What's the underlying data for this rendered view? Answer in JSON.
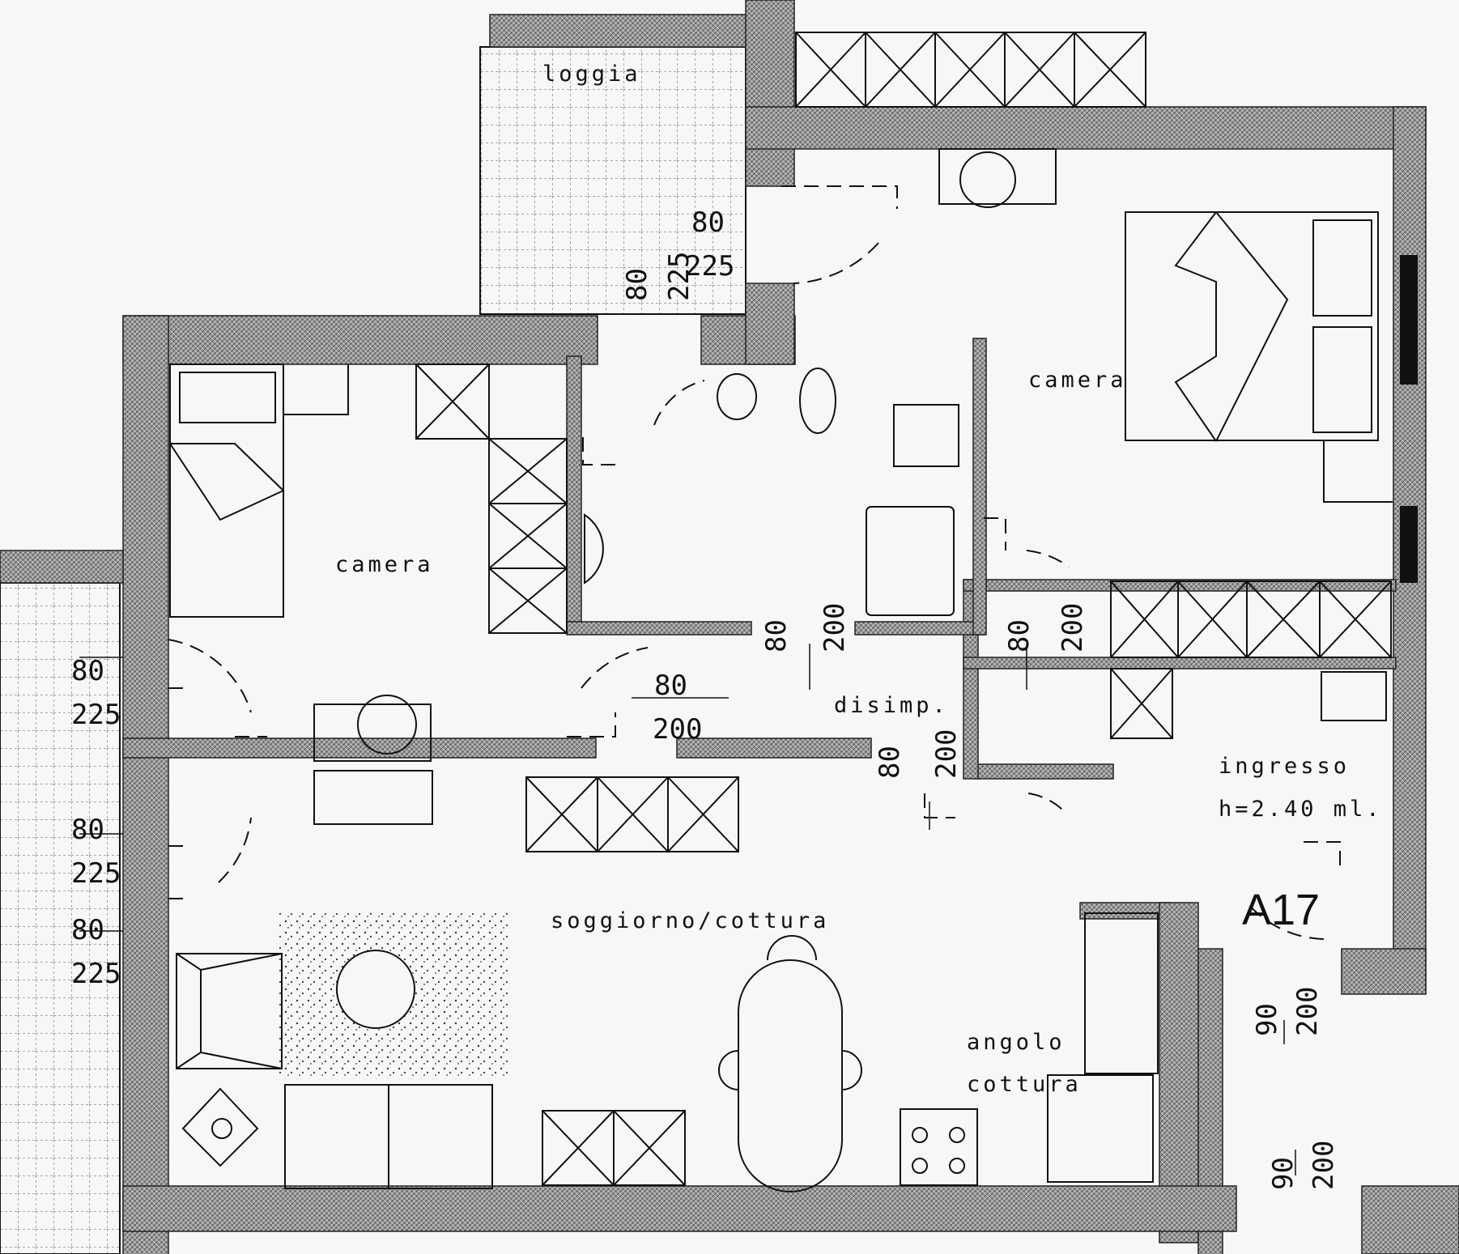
{
  "rooms": {
    "loggia": "loggia",
    "camera_left": "camera",
    "camera_right": "camera",
    "disimpegno": "disimp.",
    "ingresso": "ingresso",
    "ingresso_height": "h=2.40 ml.",
    "soggiorno": "soggiorno/cottura",
    "angolo_1": "angolo",
    "angolo_2": "cottura"
  },
  "unit_label": "A17",
  "openings": {
    "loggia_a_w": "80",
    "loggia_a_h": "225",
    "loggia_b_w": "80",
    "loggia_b_h": "225",
    "camera_door_w": "80",
    "camera_door_h": "200",
    "bath_door_w": "80",
    "bath_door_h": "200",
    "right_door_w": "80",
    "right_door_h": "200",
    "disimp_door_w": "80",
    "disimp_door_h": "200",
    "window_1_w": "80",
    "window_1_h": "225",
    "window_2_w": "80",
    "window_2_h": "225",
    "window_3_w": "80",
    "window_3_h": "225",
    "entry_door_w": "90",
    "entry_door_h": "200",
    "lower_door_w": "90",
    "lower_door_h": "200"
  },
  "colors": {
    "wall": "#8c8c8c",
    "line": "#111111",
    "paper": "#f7f7f7"
  }
}
